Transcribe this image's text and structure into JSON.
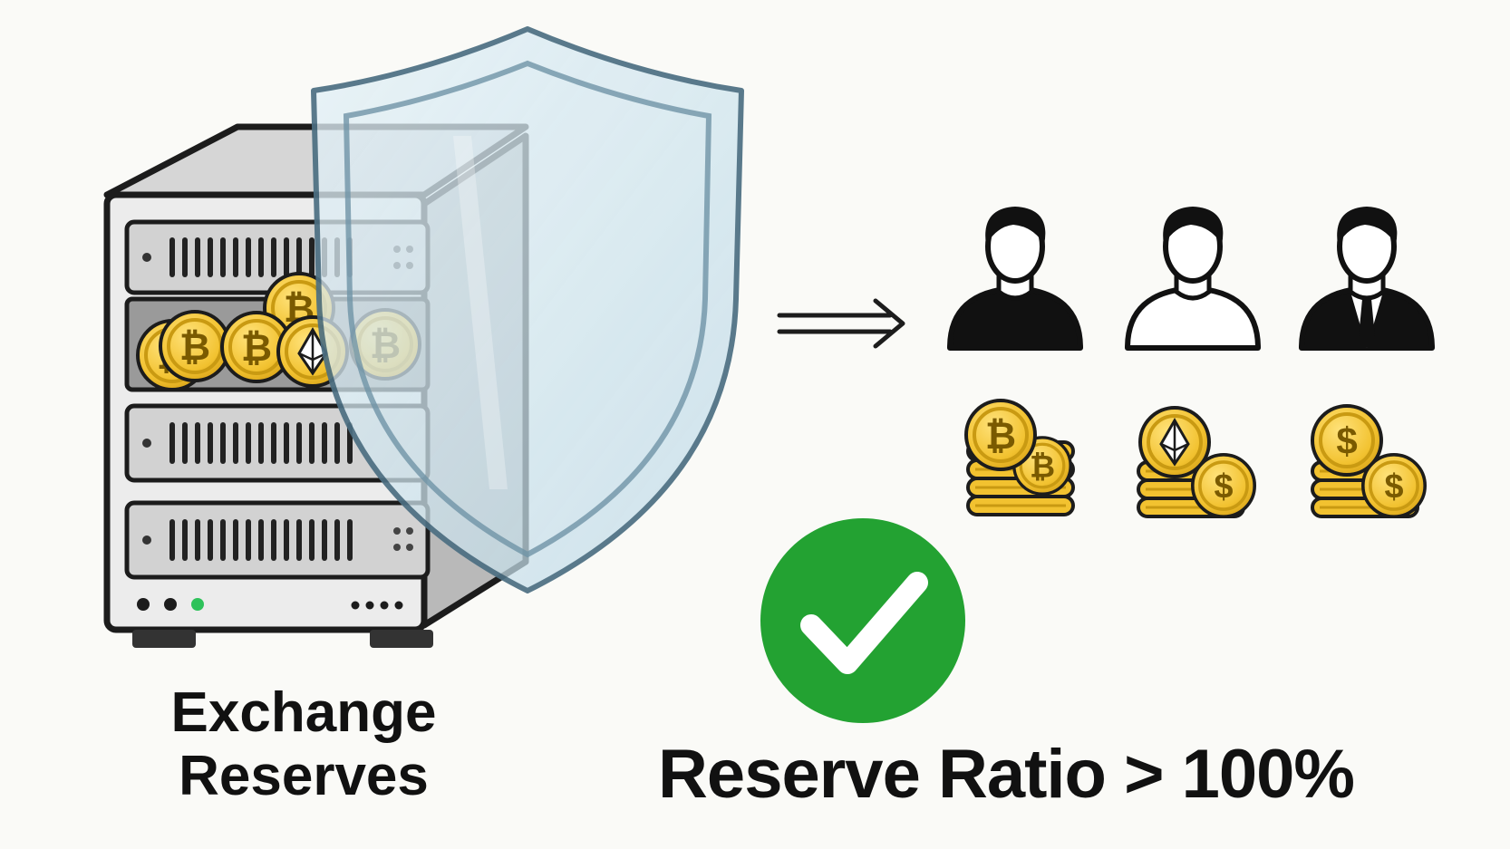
{
  "labels": {
    "exchange_line1": "Exchange",
    "exchange_line2": "Reserves",
    "reserve_ratio": "Reserve Ratio > 100%"
  },
  "icons": {
    "server": "server-rack-icon",
    "shield": "shield-icon",
    "arrow": "double-arrow-right-icon",
    "users": [
      "user-icon",
      "user-outline-icon",
      "user-suit-icon"
    ],
    "coin_stacks": [
      "bitcoin-stack-icon",
      "ethereum-stack-icon",
      "dollar-stack-icon"
    ],
    "check": "check-icon"
  },
  "colors": {
    "coin_gold": "#f2c230",
    "coin_edge": "#c99a12",
    "shield_glass": "#cfe4ef",
    "check_green": "#23a232",
    "status_led": "#2ec25a",
    "text": "#111111"
  }
}
